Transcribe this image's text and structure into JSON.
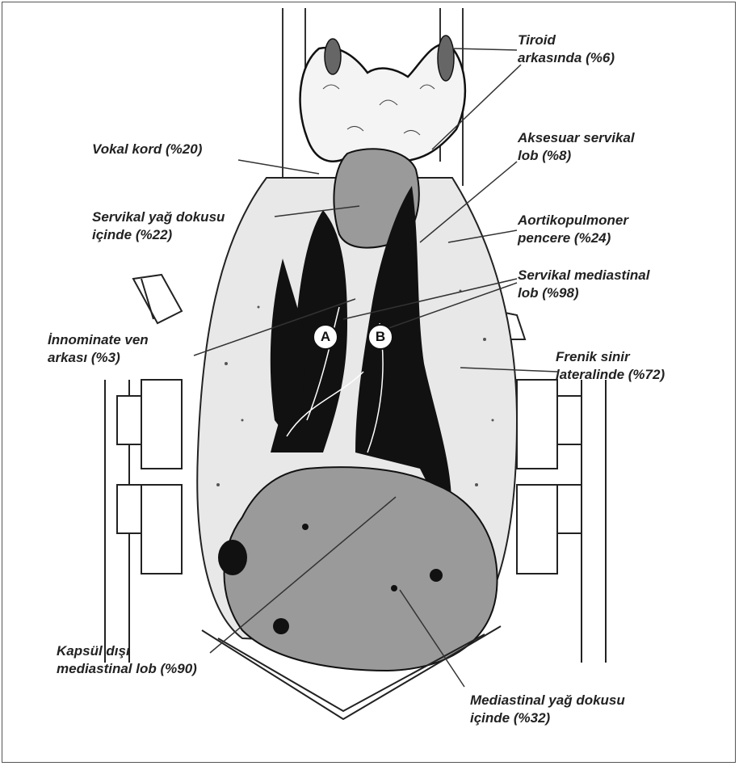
{
  "labels": {
    "tiroid": [
      "Tiroid",
      "arkasında (%6)"
    ],
    "aksesuar": [
      "Aksesuar servikal",
      "lob (%8)"
    ],
    "aortikopulmoner": [
      "Aortikopulmoner",
      "pencere (%24)"
    ],
    "servikal_mediastinal": [
      "Servikal mediastinal",
      "lob (%98)"
    ],
    "frenik": [
      "Frenik sinir",
      "lateralinde (%72)"
    ],
    "vokal": [
      "Vokal kord (%20)"
    ],
    "servikal_yag": [
      "Servikal yağ dokusu",
      "içinde (%22)"
    ],
    "innominate": [
      "İnnominate ven",
      "arkası (%3)"
    ],
    "kapsul": [
      "Kapsül dışı",
      "mediastinal lob (%90)"
    ],
    "mediastinal_yag": [
      "Mediastinal yağ dokusu",
      "içinde (%32)"
    ]
  },
  "badges": {
    "a": "A",
    "b": "B"
  },
  "colors": {
    "ink": "#111111",
    "gland": "#9a9a9a",
    "fat": "#e8e8e8",
    "thyroid": "#f4f4f4"
  }
}
